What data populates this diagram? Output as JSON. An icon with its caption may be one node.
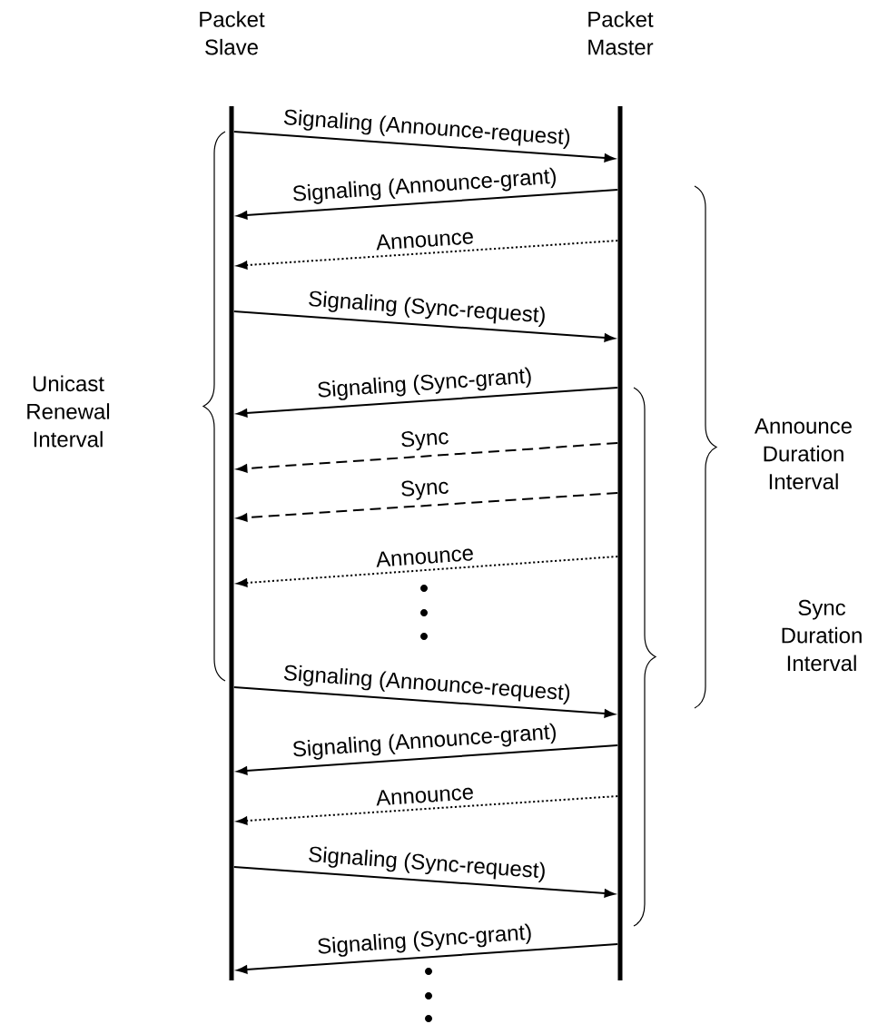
{
  "diagram": {
    "nodes": [
      {
        "text": [
          "Packet Slave"
        ]
      },
      {
        "text": [
          "Packet Master"
        ]
      }
    ],
    "edges": [
      {
        "from": 0,
        "to": 1,
        "arrow": "to",
        "label": "Signaling (Announce-request)"
      },
      {
        "from": 1,
        "to": 0,
        "arrow": "to",
        "label": "Signaling (Announce-grant)"
      },
      {
        "from": 1,
        "to": 0,
        "arrow": "to",
        "label": "Announce",
        "style": "dashed"
      },
      {
        "from": 0,
        "to": 1,
        "arrow": "to",
        "label": "Signaling (Sync-request)"
      },
      {
        "from": 1,
        "to": 0,
        "arrow": "to",
        "label": "Signaling (Sync-grant)"
      },
      {
        "from": 1,
        "to": 0,
        "arrow": "to",
        "label": "Sync",
        "style": "dashed"
      },
      {
        "from": 1,
        "to": 0,
        "arrow": "to",
        "label": "Sync",
        "style": "dashed"
      },
      {
        "from": 1,
        "to": 0,
        "arrow": "to",
        "label": "Announce",
        "style": "dashed"
      },
      {
        "from": 0,
        "to": 1,
        "arrow": "to",
        "label": "Signaling (Announce-request)"
      },
      {
        "from": 1,
        "to": 0,
        "arrow": "to",
        "label": "Signaling (Announce-grant)"
      },
      {
        "from": 1,
        "to": 0,
        "arrow": "to",
        "label": "Announce",
        "style": "dashed"
      },
      {
        "from": 0,
        "to": 1,
        "arrow": "to",
        "label": "Signaling (Sync-request)"
      },
      {
        "from": 1,
        "to": 0,
        "arrow": "to",
        "label": "Signaling (Sync-grant)"
      }
    ],
    "labels": [
      "Unicast Renewal Interval",
      "Announce Duration Interval",
      "Sync Duration Interval"
    ]
  }
}
